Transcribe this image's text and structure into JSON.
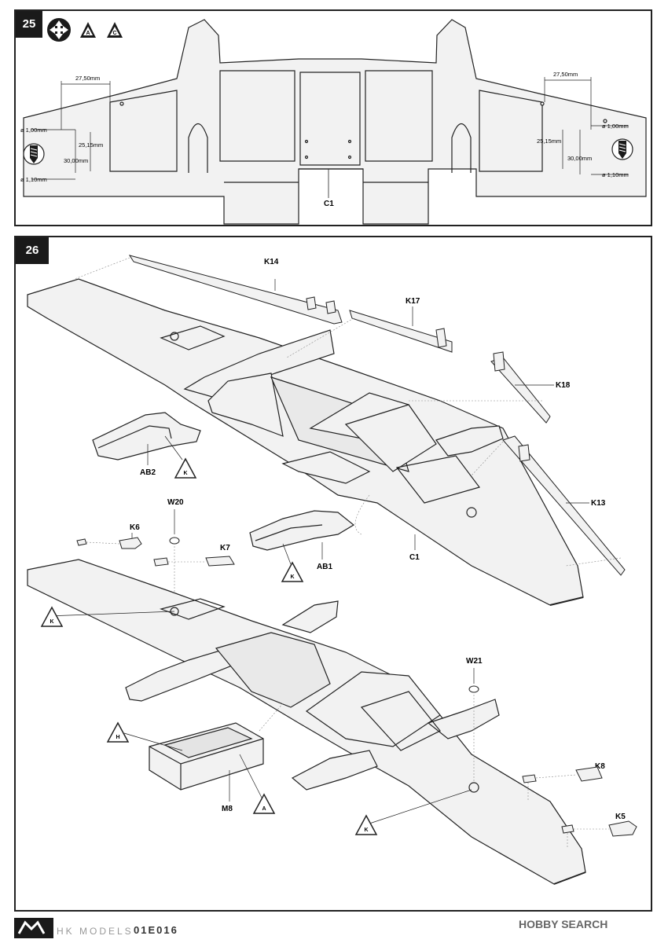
{
  "step25": {
    "number": "25",
    "badges": [
      "A",
      "C"
    ],
    "part_label": "C1",
    "dims_left": [
      "27,50mm",
      "ø 1,00mm",
      "25,15mm",
      "30,00mm",
      "ø 1,10mm"
    ],
    "dims_right": [
      "27,50mm",
      "ø 1,00mm",
      "25,15mm",
      "30,00mm",
      "ø 1,10mm"
    ]
  },
  "step26": {
    "number": "26",
    "parts": [
      "K14",
      "K17",
      "K18",
      "K13",
      "AB2",
      "AB1",
      "C1",
      "W20",
      "K6",
      "K7",
      "W21",
      "K8",
      "K5",
      "M8"
    ],
    "badges": [
      "K",
      "K",
      "K",
      "H",
      "A",
      "K"
    ]
  },
  "footer": {
    "brand": "HK MODELS",
    "code": "01E016",
    "watermark": "HOBBY SEARCH"
  },
  "colors": {
    "wing_fill": "#f2f2f2",
    "line": "#222222",
    "badge_bg": "#1a1a1a"
  }
}
